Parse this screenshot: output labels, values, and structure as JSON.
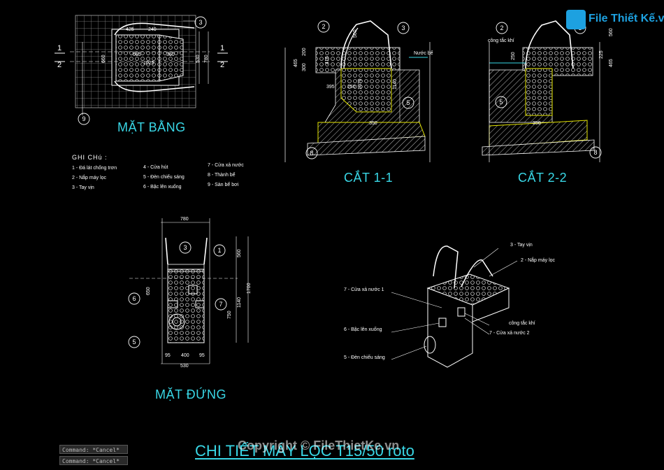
{
  "drawing": {
    "views": {
      "plan": "MẶT BẰNG",
      "section1": "CẮT 1-1",
      "section2": "CẮT 2-2",
      "elevation": "MẶT ĐỨNG"
    },
    "sheet_title": "CHI TIẾT MÁY LỌC T15/50 roto",
    "notes": {
      "heading": "GHI CHú :",
      "items": [
        "1 - Đá lát chống trơn",
        "2 - Nắp máy lọc",
        "3 - Tay vịn",
        "4 - Cửa hút",
        "5 - Đèn chiếu sáng",
        "6 - Bậc lên xuống",
        "7 - Cửa xả nước",
        "8 - Thành bể",
        "9 - Sàn bể bơi"
      ]
    },
    "iso_labels": {
      "l3": "3 - Tay vịn",
      "l2": "2 - Nắp máy lọc",
      "l7a": "7 - Cửa xả nước 1",
      "l_switch": "công tắc khí",
      "l7b": "7 - Cửa xả nước 2",
      "l6": "6 - Bậc lên xuống",
      "l5": "5 - Đèn chiếu sáng"
    },
    "section_labels": {
      "water_level": "Nước bể",
      "air_switch": "công tắc khí"
    },
    "dims": {
      "p425": "425",
      "p240": "240",
      "p665": "665",
      "p360": "360",
      "p1025": "1025",
      "p660": "660",
      "p530": "530",
      "p780": "780",
      "s560": "560",
      "s200": "200",
      "s465": "465",
      "s300": "300",
      "s416": "416",
      "s395": "395",
      "s250": "250",
      "s1140": "1140",
      "s1070": "1070",
      "s350": "350",
      "t225": "225",
      "t250": "250",
      "t560": "560",
      "t465": "465",
      "t350": "350",
      "e780": "780",
      "e560": "560",
      "e1700": "1700",
      "e650": "650",
      "e1140": "1140",
      "e750": "750",
      "e95a": "95",
      "e400": "400",
      "e95b": "95",
      "e530": "530"
    },
    "markers": {
      "m1": "1",
      "m2": "2",
      "m3": "3",
      "m5": "5",
      "m6": "6",
      "m7": "7",
      "m8": "8",
      "m9": "9"
    }
  },
  "command_line": {
    "line1": "Command: *Cancel*",
    "line2": "Command: *Cancel*"
  },
  "watermark": "Copyright © FileThietKe.vn",
  "logo": "File Thiết Kế.vn",
  "colors": {
    "cyan": "#39d7e6",
    "yellow": "#e6e600",
    "white": "#ffffff",
    "hatch": "#8a8a8a"
  }
}
